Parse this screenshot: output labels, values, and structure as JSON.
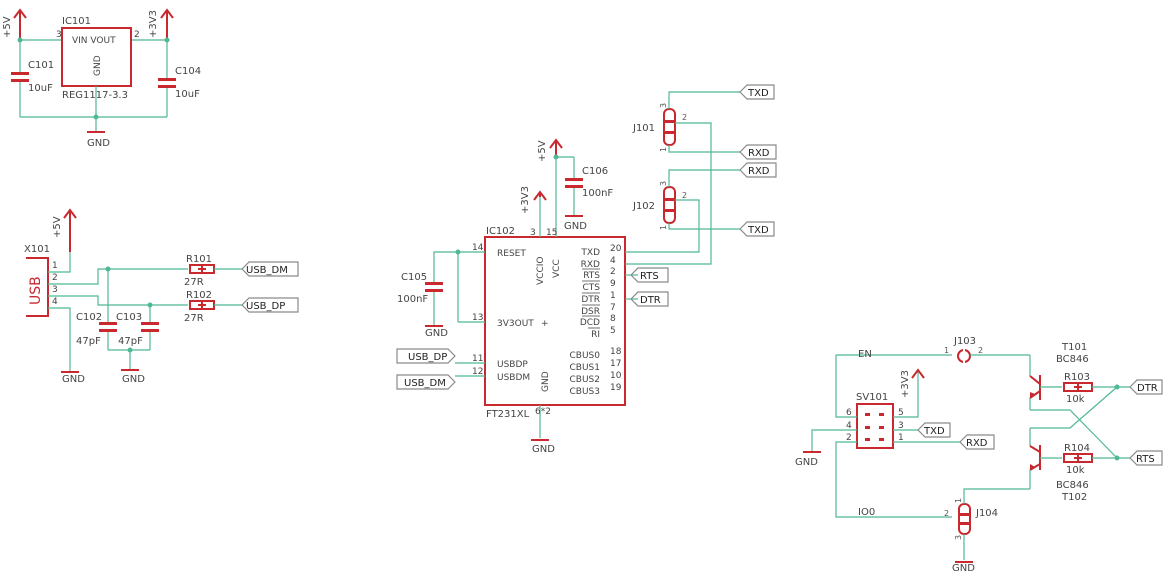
{
  "power": {
    "p5v": "+5V",
    "p3v3": "+3V3",
    "gnd": "GND"
  },
  "regulator": {
    "name": "IC101",
    "label_vin_vout": "VIN VOUT",
    "label_gnd": "GND",
    "value": "REG1117-3.3",
    "pin_in": "3",
    "pin_out": "2"
  },
  "capacitors": {
    "c101": {
      "name": "C101",
      "value": "10uF"
    },
    "c104": {
      "name": "C104",
      "value": "10uF"
    },
    "c102": {
      "name": "C102",
      "value": "47pF"
    },
    "c103": {
      "name": "C103",
      "value": "47pF"
    },
    "c105": {
      "name": "C105",
      "value": "100nF"
    },
    "c106": {
      "name": "C106",
      "value": "100nF"
    }
  },
  "usb": {
    "name": "X101",
    "body_label": "USB",
    "pins": [
      "1",
      "2",
      "3",
      "4"
    ]
  },
  "resistors": {
    "r101": {
      "name": "R101",
      "value": "27R"
    },
    "r102": {
      "name": "R102",
      "value": "27R"
    },
    "r103": {
      "name": "R103",
      "value": "10k"
    },
    "r104": {
      "name": "R104",
      "value": "10k"
    }
  },
  "net_labels": {
    "usb_dm": "USB_DM",
    "usb_dp": "USB_DP",
    "txd": "TXD",
    "rxd": "RXD",
    "rts": "RTS",
    "dtr": "DTR"
  },
  "ft231": {
    "name": "IC102",
    "value": "FT231XL",
    "pins_left": [
      {
        "num": "14",
        "label": "RESET"
      },
      {
        "num": "13",
        "label": "3V3OUT"
      },
      {
        "num": "11",
        "label": "USBDP"
      },
      {
        "num": "12",
        "label": "USBDM"
      }
    ],
    "pins_top": [
      {
        "num": "3",
        "label": "VCCIO"
      },
      {
        "num": "15",
        "label": "VCC"
      }
    ],
    "pin_bottom": {
      "num": "6*2",
      "label": "GND"
    },
    "pins_right": [
      {
        "num": "20",
        "label": "TXD"
      },
      {
        "num": "4",
        "label": "RXD"
      },
      {
        "num": "2",
        "label": "RTS"
      },
      {
        "num": "9",
        "label": "CTS"
      },
      {
        "num": "1",
        "label": "DTR"
      },
      {
        "num": "7",
        "label": "DSR"
      },
      {
        "num": "8",
        "label": "DCD"
      },
      {
        "num": "5",
        "label": "RI"
      },
      {
        "num": "18",
        "label": "CBUS0"
      },
      {
        "num": "17",
        "label": "CBUS1"
      },
      {
        "num": "10",
        "label": "CBUS2"
      },
      {
        "num": "19",
        "label": "CBUS3"
      }
    ]
  },
  "jumpers": {
    "j101": {
      "name": "J101",
      "pins": [
        "3",
        "2",
        "1"
      ]
    },
    "j102": {
      "name": "J102",
      "pins": [
        "3",
        "2",
        "1"
      ]
    },
    "j103": {
      "name": "J103",
      "pins": [
        "1",
        "2"
      ]
    },
    "j104": {
      "name": "J104",
      "pins": [
        "1",
        "2",
        "3"
      ]
    }
  },
  "header": {
    "name": "SV101",
    "pins_left": [
      "6",
      "4",
      "2"
    ],
    "pins_right": [
      "5",
      "3",
      "1"
    ]
  },
  "transistors": {
    "t101": {
      "name": "T101",
      "value": "BC846"
    },
    "t102": {
      "name": "T102",
      "value": "BC846"
    }
  },
  "nets": {
    "en": "EN",
    "io0": "IO0"
  }
}
